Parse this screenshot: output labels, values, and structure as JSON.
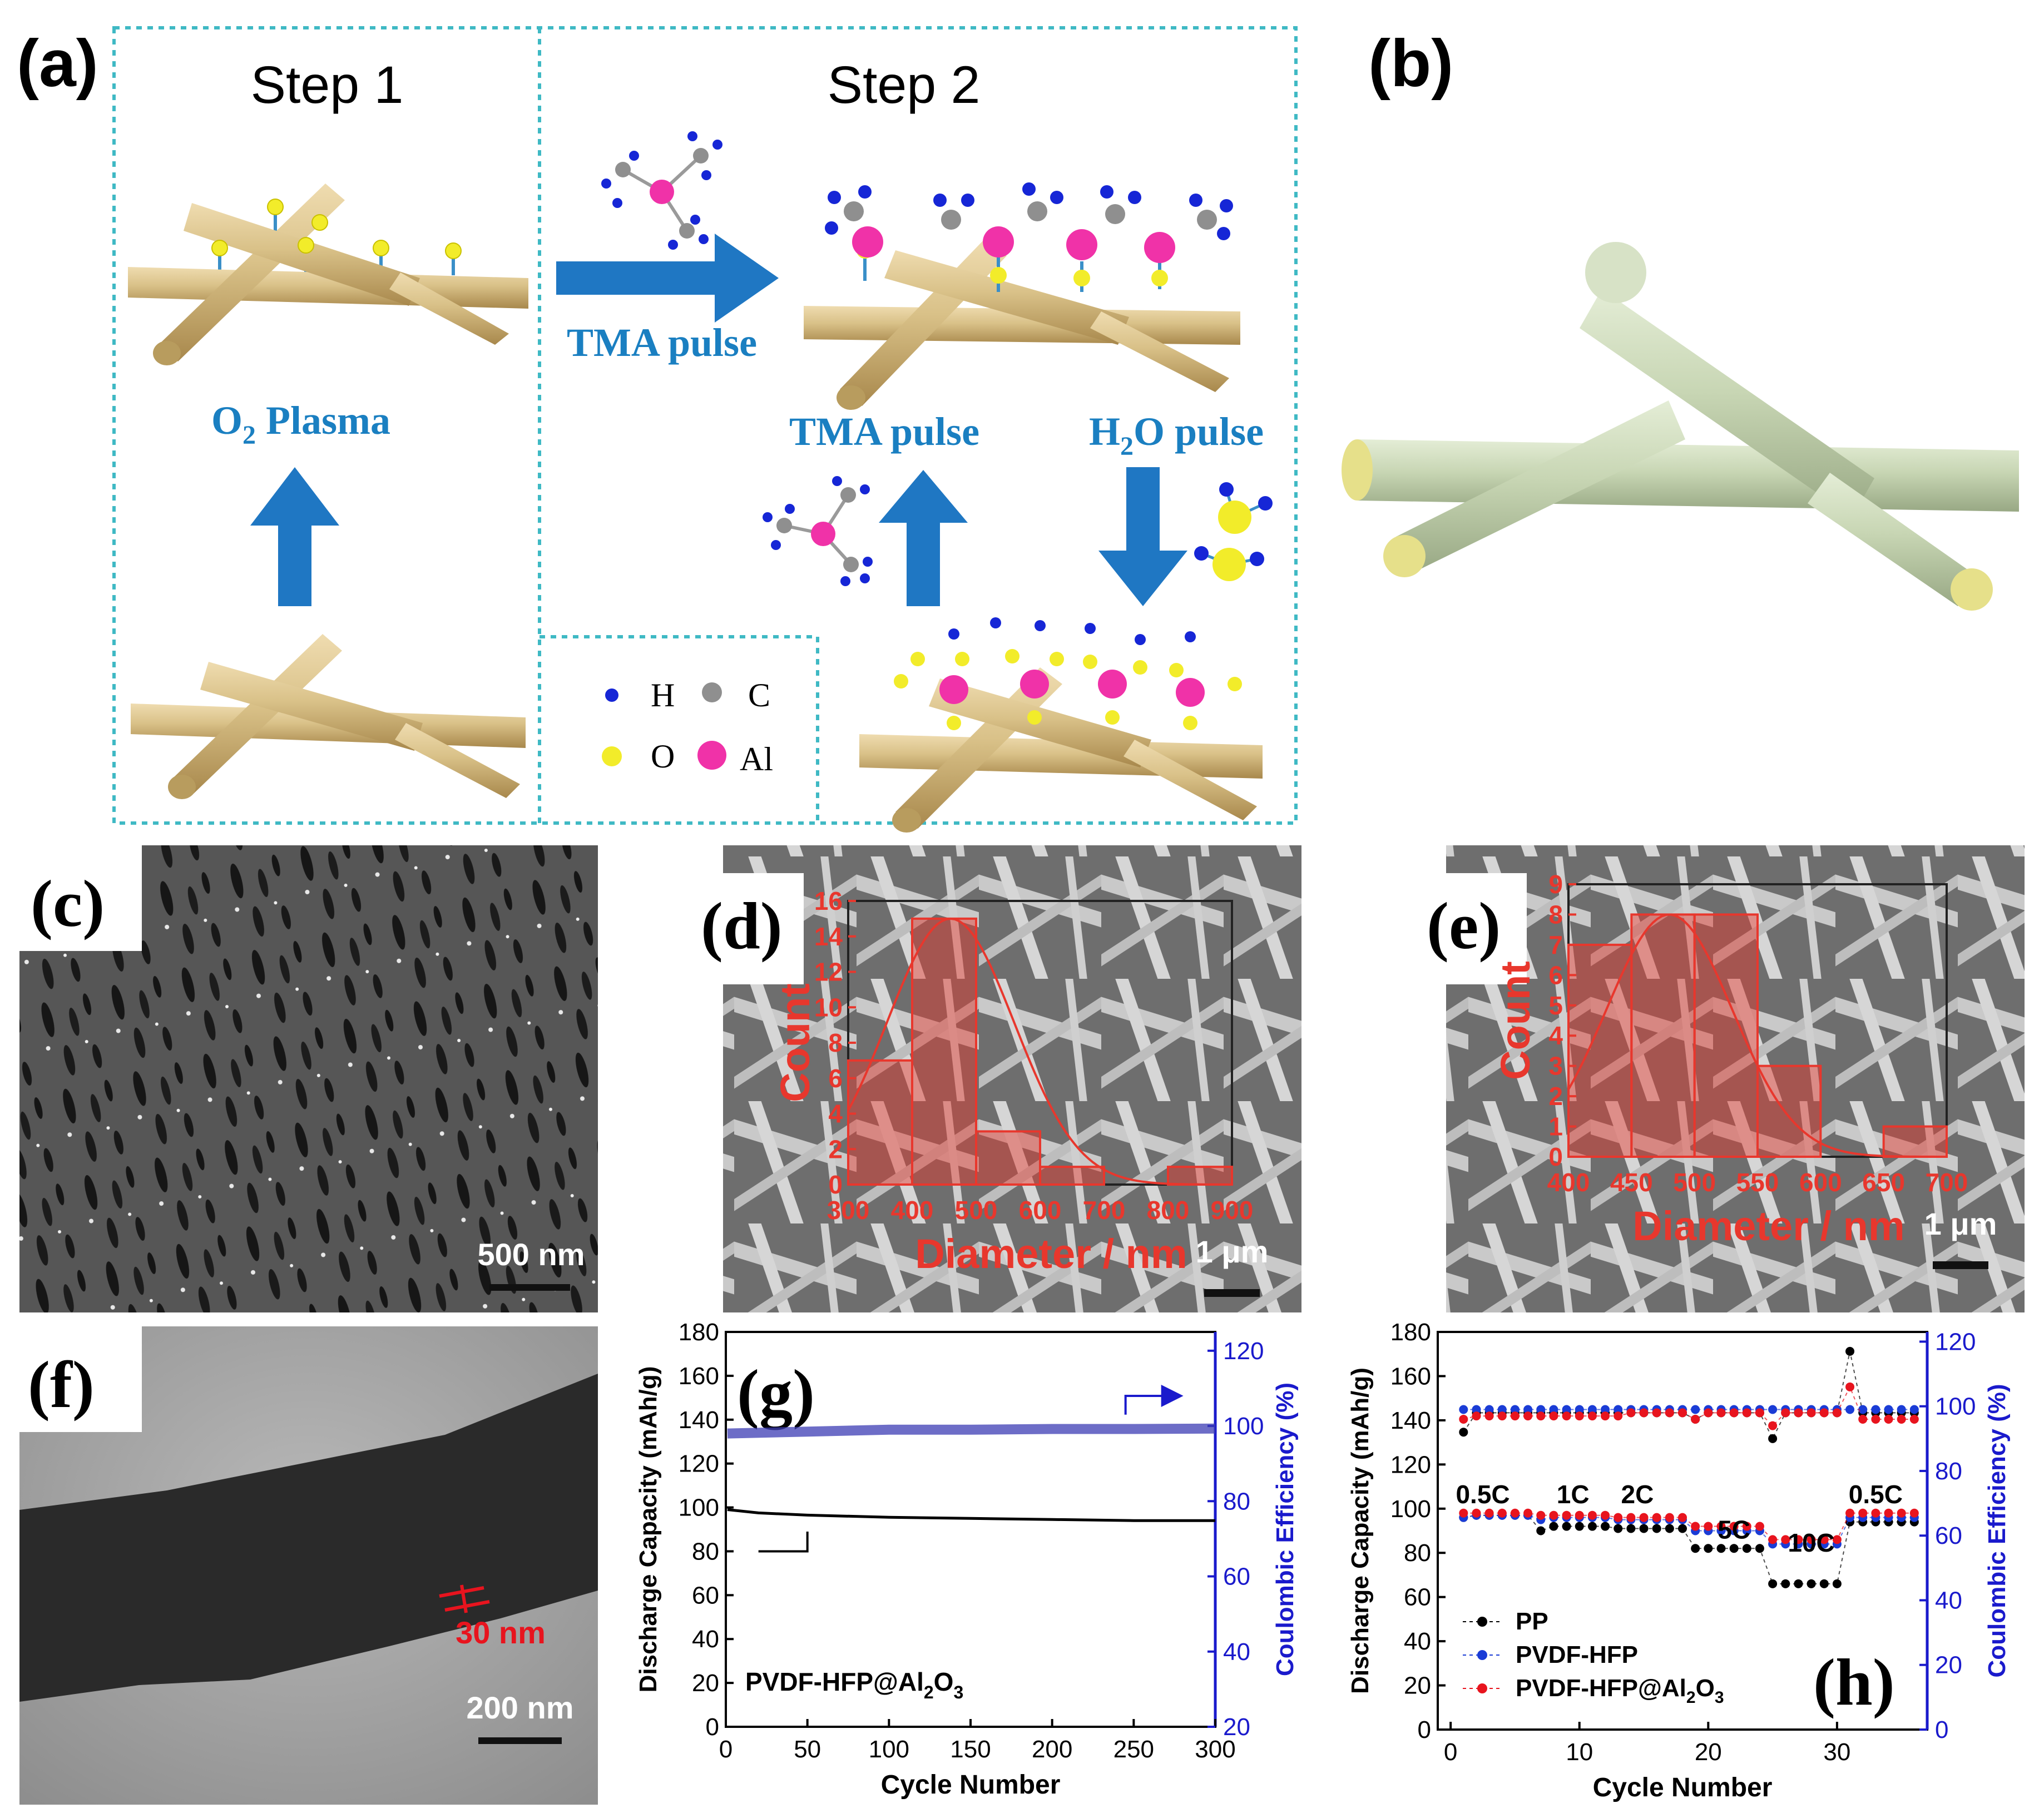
{
  "panel_a": {
    "label": "(a)",
    "step1": "Step 1",
    "step2": "Step 2",
    "o2_plasma": "O",
    "o2_plasma_sub": "2",
    "o2_plasma_rest": " Plasma",
    "tma_pulse_top": "TMA pulse",
    "tma_pulse_mid": "TMA pulse",
    "h2o_pulse_h": "H",
    "h2o_pulse_sub": "2",
    "h2o_pulse_rest": "O pulse",
    "legend": {
      "H": "H",
      "C": "C",
      "O": "O",
      "Al": "Al"
    }
  },
  "panel_b": {
    "label": "(b)"
  },
  "panel_c": {
    "label": "(c)",
    "scalebar": "500 nm"
  },
  "panel_f": {
    "label": "(f)",
    "thickness": "30 nm",
    "scalebar": "200 nm"
  },
  "colors": {
    "fiber": "#d9c188",
    "fiber_shadow": "#b89c5e",
    "fiber_b": "#c8d6b4",
    "arrow": "#1f77c3",
    "label_blue": "#1a7fc1",
    "hist_red": "#e8372d",
    "pp": "#000000",
    "pvdf": "#1a3cd6",
    "pvdf_al": "#e8141e",
    "axis_blue": "#1a1acc"
  },
  "chart_data": [
    {
      "id": "d",
      "label": "(d)",
      "type": "bar",
      "bins": [
        "300",
        "400",
        "500",
        "600",
        "700",
        "800",
        "900"
      ],
      "values": [
        7,
        15,
        3,
        1,
        0,
        1
      ],
      "ylim": [
        0,
        16
      ],
      "yticks": [
        "0",
        "2",
        "4",
        "6",
        "8",
        "10",
        "12",
        "14",
        "16"
      ],
      "xlabel": "Diameter / nm",
      "ylabel": "Count",
      "scalebar": "1 μm"
    },
    {
      "id": "e",
      "label": "(e)",
      "type": "bar",
      "bins": [
        "400",
        "450",
        "500",
        "550",
        "600",
        "650",
        "700"
      ],
      "values": [
        7,
        8,
        8,
        3,
        0,
        1
      ],
      "ylim": [
        0,
        9
      ],
      "yticks": [
        "0",
        "1",
        "2",
        "3",
        "4",
        "5",
        "6",
        "7",
        "8",
        "9"
      ],
      "xlabel": "Diameter / nm",
      "ylabel": "Count",
      "scalebar": "1 μm"
    },
    {
      "id": "g",
      "label": "(g)",
      "type": "line",
      "xlabel": "Cycle Number",
      "ylabel": "Discharge Capacity (mAh/g)",
      "y2label": "Coulombic Efficiency (%)",
      "xticks": [
        "0",
        "50",
        "100",
        "150",
        "200",
        "250",
        "300"
      ],
      "yticks": [
        "0",
        "20",
        "40",
        "60",
        "80",
        "100",
        "120",
        "140",
        "160",
        "180"
      ],
      "y2ticks": [
        "20",
        "40",
        "60",
        "80",
        "100",
        "120"
      ],
      "xlim": [
        0,
        300
      ],
      "ylim": [
        0,
        180
      ],
      "y2lim": [
        20,
        125
      ],
      "sample": "PVDF-HFP@Al",
      "sample_sub": "2",
      "sample_mid": "O",
      "sample_sub2": "3",
      "series": [
        {
          "x": [
            1,
            20,
            50,
            100,
            150,
            200,
            250,
            300
          ],
          "values": [
            99,
            97.5,
            96.5,
            95.5,
            95,
            94.5,
            94,
            94
          ]
        },
        {
          "axis": "y2",
          "x": [
            1,
            50,
            100,
            150,
            200,
            250,
            300
          ],
          "values": [
            98,
            98.5,
            99,
            99,
            99.2,
            99.2,
            99.3
          ]
        }
      ]
    },
    {
      "id": "h",
      "label": "(h)",
      "type": "scatter",
      "xlabel": "Cycle Number",
      "ylabel": "Discharge Capacity (mAh/g)",
      "y2label": "Coulombic Efficiency (%)",
      "xticks": [
        "0",
        "10",
        "20",
        "30"
      ],
      "yticks": [
        "0",
        "20",
        "40",
        "60",
        "80",
        "100",
        "120",
        "140",
        "160",
        "180"
      ],
      "y2ticks": [
        "0",
        "20",
        "40",
        "60",
        "80",
        "100",
        "120"
      ],
      "xlim": [
        -1,
        37
      ],
      "ylim": [
        0,
        180
      ],
      "y2lim": [
        0,
        123
      ],
      "rate_labels": [
        "0.5C",
        "1C",
        "2C",
        "5C",
        "10C",
        "0.5C"
      ],
      "x": [
        1,
        2,
        3,
        4,
        5,
        6,
        7,
        8,
        9,
        10,
        11,
        12,
        13,
        14,
        15,
        16,
        17,
        18,
        19,
        20,
        21,
        22,
        23,
        24,
        25,
        26,
        27,
        28,
        29,
        30,
        31,
        32,
        33,
        34,
        35,
        36
      ],
      "series": [
        {
          "name": "PP",
          "values": [
            96,
            97,
            97,
            97,
            97,
            97,
            90,
            92,
            92,
            92,
            92,
            92,
            91,
            91,
            91,
            91,
            91,
            91,
            82,
            82,
            82,
            82,
            82,
            82,
            66,
            66,
            66,
            66,
            66,
            66,
            94,
            94,
            94,
            94,
            94,
            94
          ]
        },
        {
          "name": "PVDF-HFP",
          "values": [
            96,
            97,
            97,
            97,
            97,
            97,
            95,
            96,
            96,
            96,
            96,
            96,
            95,
            95,
            95,
            95,
            95,
            95,
            90,
            90,
            90,
            90,
            90,
            90,
            84,
            84,
            84,
            84,
            84,
            84,
            96,
            96,
            96,
            96,
            96,
            96
          ]
        },
        {
          "name": "PVDF-HFP@Al",
          "name_sub": "2",
          "name_mid": "O",
          "name_sub2": "3",
          "values": [
            98,
            98,
            98,
            98,
            98,
            98,
            97,
            97,
            97,
            97,
            97,
            97,
            96,
            96,
            96,
            96,
            96,
            96,
            92,
            92,
            92,
            92,
            92,
            92,
            86,
            86,
            86,
            86,
            86,
            86,
            98,
            98,
            98,
            98,
            98,
            98
          ]
        },
        {
          "name": "PP",
          "axis": "y2",
          "values": [
            92,
            98,
            98,
            98,
            98,
            98,
            98,
            98,
            98,
            98,
            98,
            98,
            98,
            98,
            98,
            98,
            98,
            98,
            96,
            98,
            98,
            98,
            98,
            98,
            90,
            98,
            98,
            98,
            98,
            98,
            117,
            98,
            98,
            98,
            98,
            98
          ]
        },
        {
          "name": "PVDF-HFP",
          "axis": "y2",
          "values": [
            99,
            99,
            99,
            99,
            99,
            99,
            99,
            99,
            99,
            99,
            99,
            99,
            99,
            99,
            99,
            99,
            99,
            99,
            99,
            99,
            99,
            99,
            99,
            99,
            99,
            99,
            99,
            99,
            99,
            99,
            99,
            99,
            99,
            99,
            99,
            99
          ]
        },
        {
          "name": "PVDF-HFP@Al",
          "axis": "y2",
          "values": [
            96,
            97,
            97,
            97,
            97,
            97,
            97,
            97,
            97,
            97,
            97,
            97,
            97,
            98,
            98,
            98,
            98,
            98,
            96,
            98,
            98,
            98,
            98,
            98,
            94,
            98,
            98,
            98,
            98,
            98,
            106,
            96,
            96,
            96,
            96,
            96
          ]
        }
      ]
    }
  ]
}
